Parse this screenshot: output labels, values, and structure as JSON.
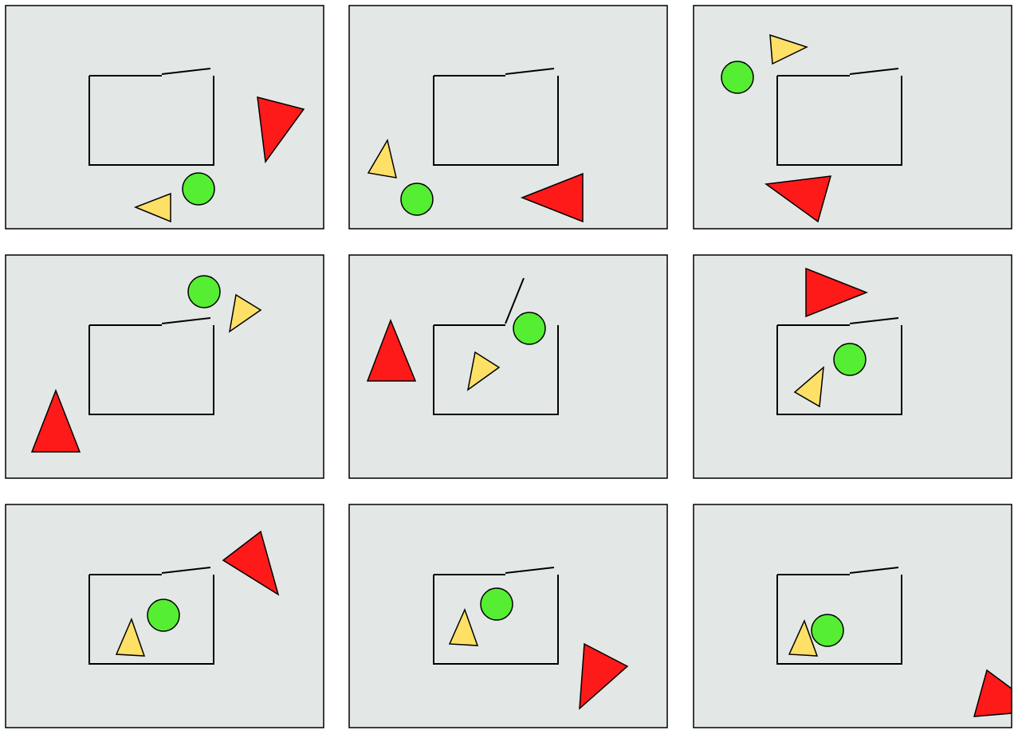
{
  "colors": {
    "panel_fill": "#e3e8e6",
    "outline": "#000000",
    "red_triangle": "#ff1a1a",
    "yellow_triangle": "#ffe066",
    "green_circle": "#55ee33"
  },
  "panels": [
    {
      "id": "panel-1",
      "box": "closed",
      "door": "closed",
      "circle": "outside-below",
      "small_triangle": "outside-below",
      "large_triangle": "outside-right"
    },
    {
      "id": "panel-2",
      "box": "closed",
      "door": "closed",
      "circle": "outside-lower-left",
      "small_triangle": "outside-left",
      "large_triangle": "outside-lower-right"
    },
    {
      "id": "panel-3",
      "box": "closed",
      "door": "closed",
      "circle": "outside-upper-left",
      "small_triangle": "outside-top",
      "large_triangle": "outside-below"
    },
    {
      "id": "panel-4",
      "box": "closed",
      "door": "closed",
      "circle": "outside-top",
      "small_triangle": "outside-upper-right",
      "large_triangle": "outside-lower-left"
    },
    {
      "id": "panel-5",
      "box": "open",
      "door": "open",
      "circle": "inside",
      "small_triangle": "inside",
      "large_triangle": "outside-left"
    },
    {
      "id": "panel-6",
      "box": "closed",
      "door": "closed",
      "circle": "inside",
      "small_triangle": "inside",
      "large_triangle": "outside-top"
    },
    {
      "id": "panel-7",
      "box": "closed",
      "door": "closed",
      "circle": "inside",
      "small_triangle": "inside",
      "large_triangle": "outside-upper-right"
    },
    {
      "id": "panel-8",
      "box": "closed",
      "door": "closed",
      "circle": "inside",
      "small_triangle": "inside",
      "large_triangle": "outside-lower-right"
    },
    {
      "id": "panel-9",
      "box": "closed",
      "door": "closed",
      "circle": "inside",
      "small_triangle": "inside",
      "large_triangle": "outside-corner"
    }
  ]
}
